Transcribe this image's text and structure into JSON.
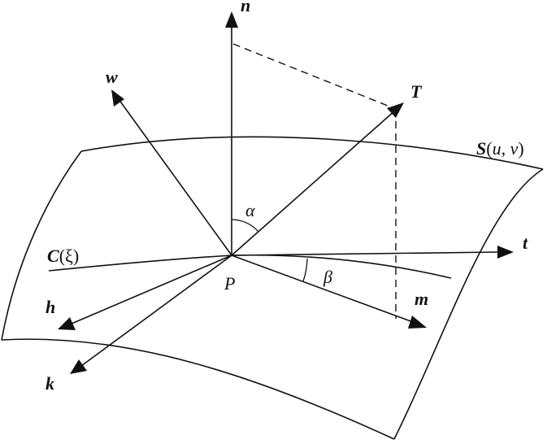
{
  "diagram": {
    "point_label": "P",
    "surface": {
      "symbol": "S",
      "args_open": "(",
      "u": "u",
      "comma": ", ",
      "v": "v",
      "args_close": ")"
    },
    "curve": {
      "symbol": "C",
      "args": "(ξ)"
    },
    "vectors": {
      "n": "n",
      "w": "w",
      "T": "T",
      "t": "t",
      "m": "m",
      "h": "h",
      "k": "k"
    },
    "angles": {
      "alpha": "α",
      "beta": "β"
    }
  }
}
